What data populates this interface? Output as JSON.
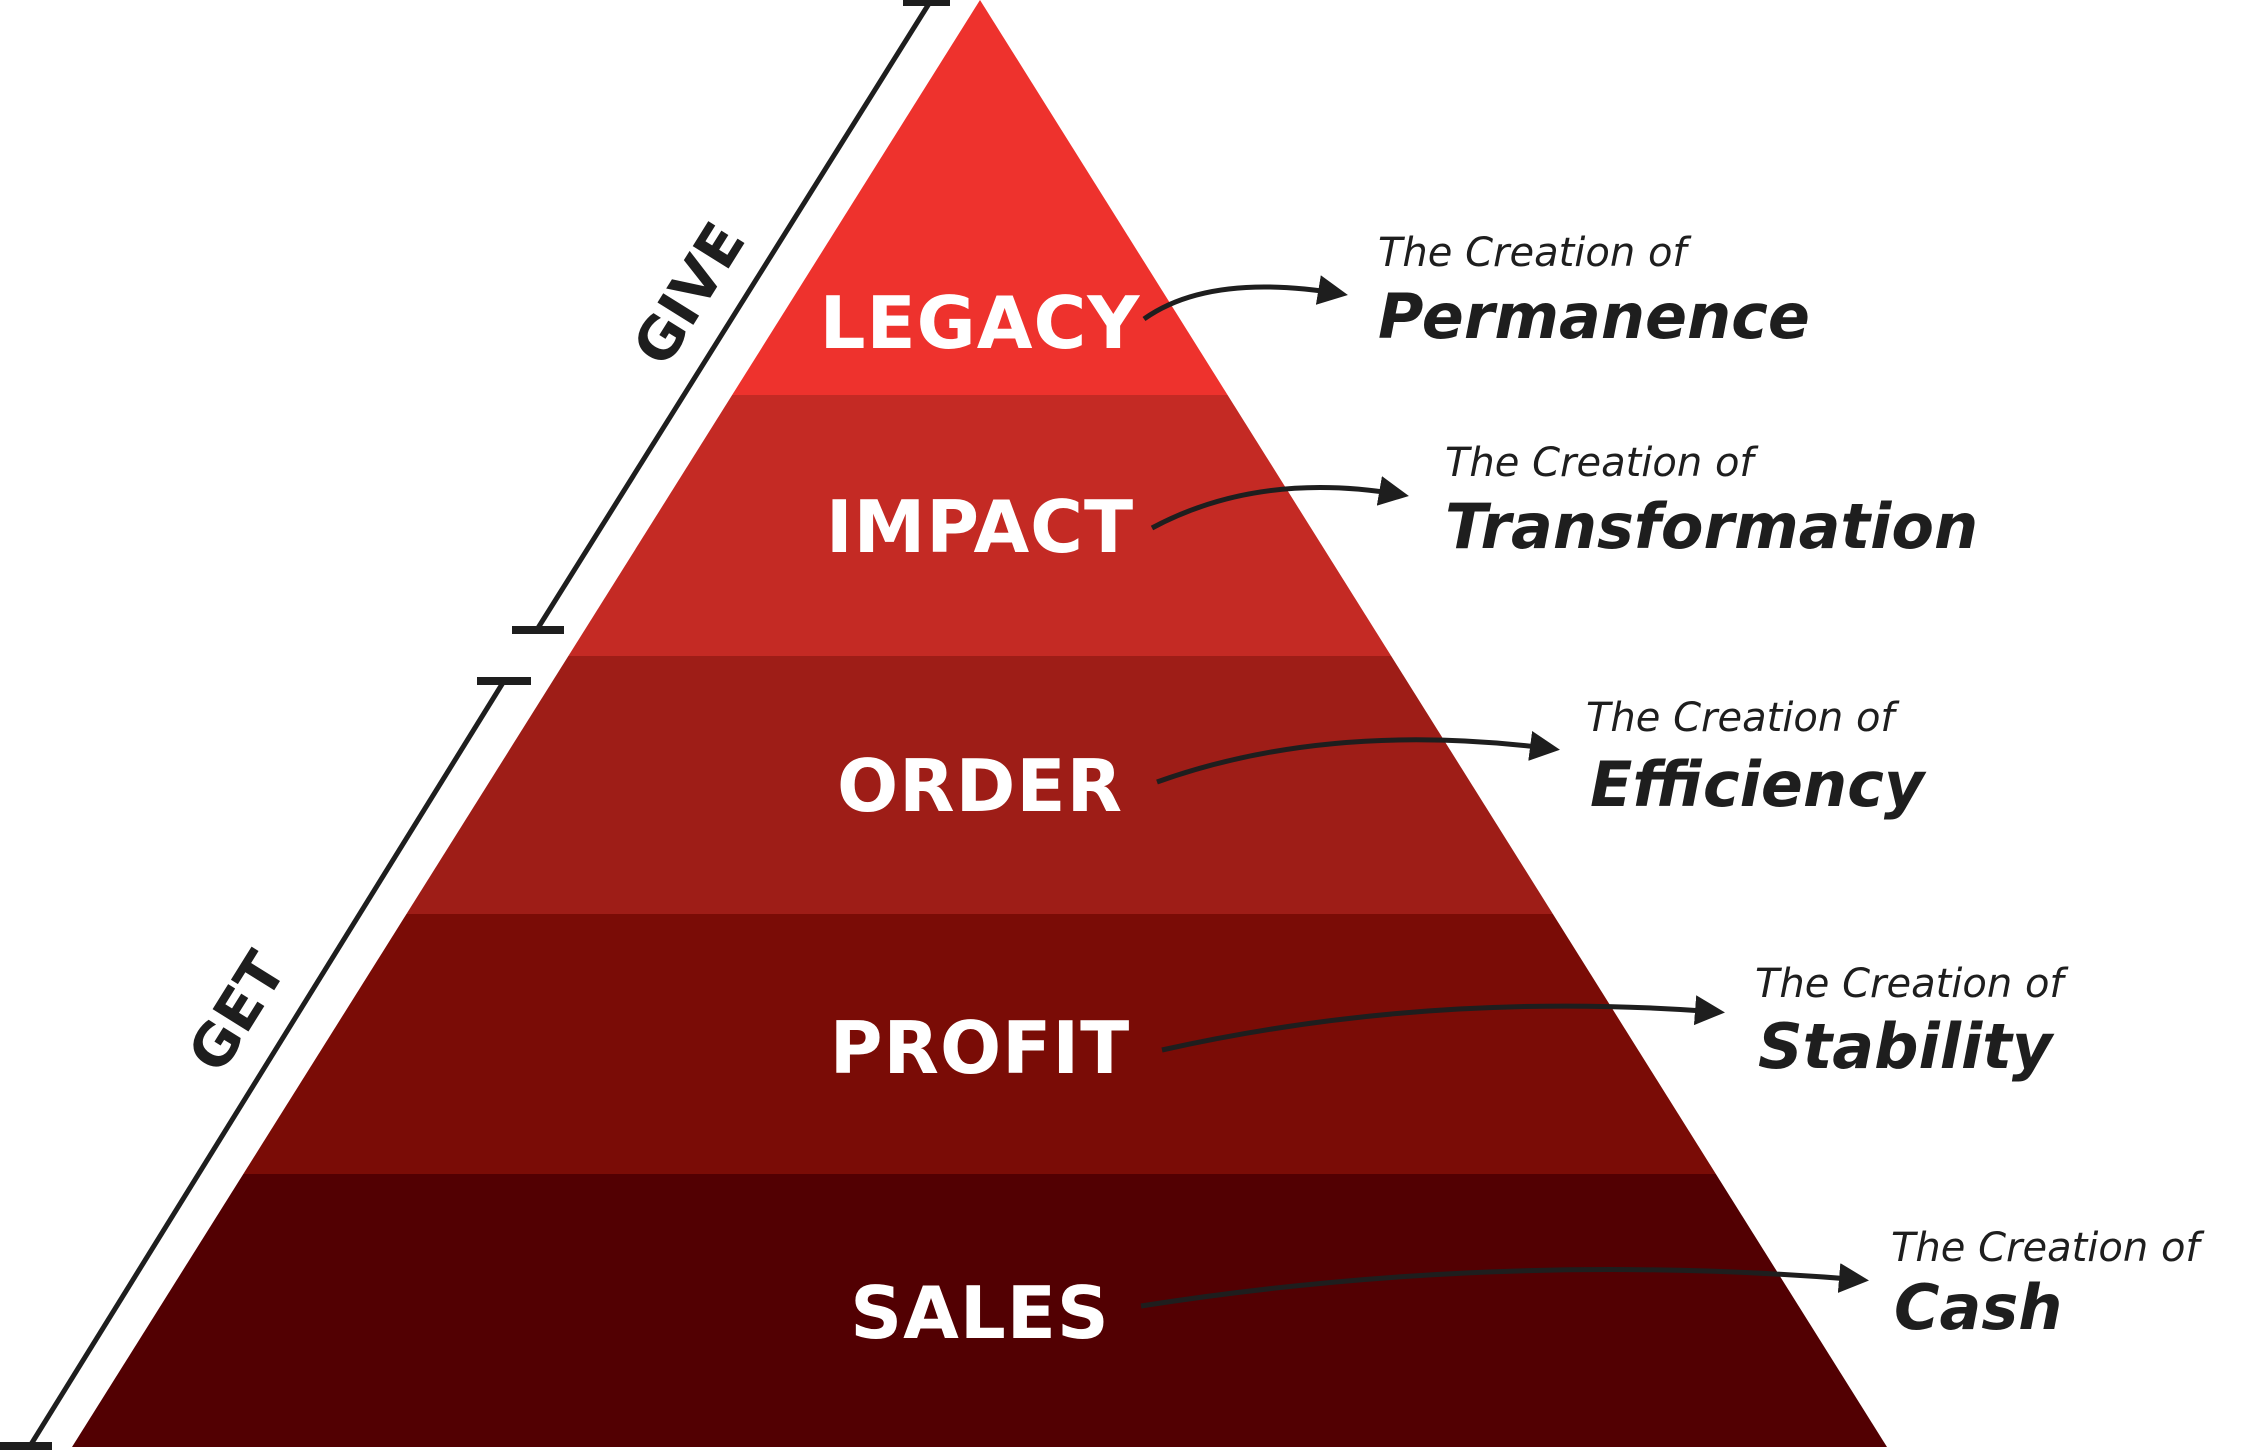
{
  "levels": [
    {
      "label": "LEGACY",
      "prefix": "The Creation of",
      "outcome": "Permanence",
      "color": "#ee322d"
    },
    {
      "label": "IMPACT",
      "prefix": "The Creation of",
      "outcome": "Transformation",
      "color": "#c42a24"
    },
    {
      "label": "ORDER",
      "prefix": "The Creation of",
      "outcome": "Efficiency",
      "color": "#9e1d17"
    },
    {
      "label": "PROFIT",
      "prefix": "The Creation of",
      "outcome": "Stability",
      "color": "#7a0c06"
    },
    {
      "label": "SALES",
      "prefix": "The Creation of",
      "outcome": "Cash",
      "color": "#520002"
    }
  ],
  "brackets": {
    "give": "GIVE",
    "get": "GET"
  }
}
